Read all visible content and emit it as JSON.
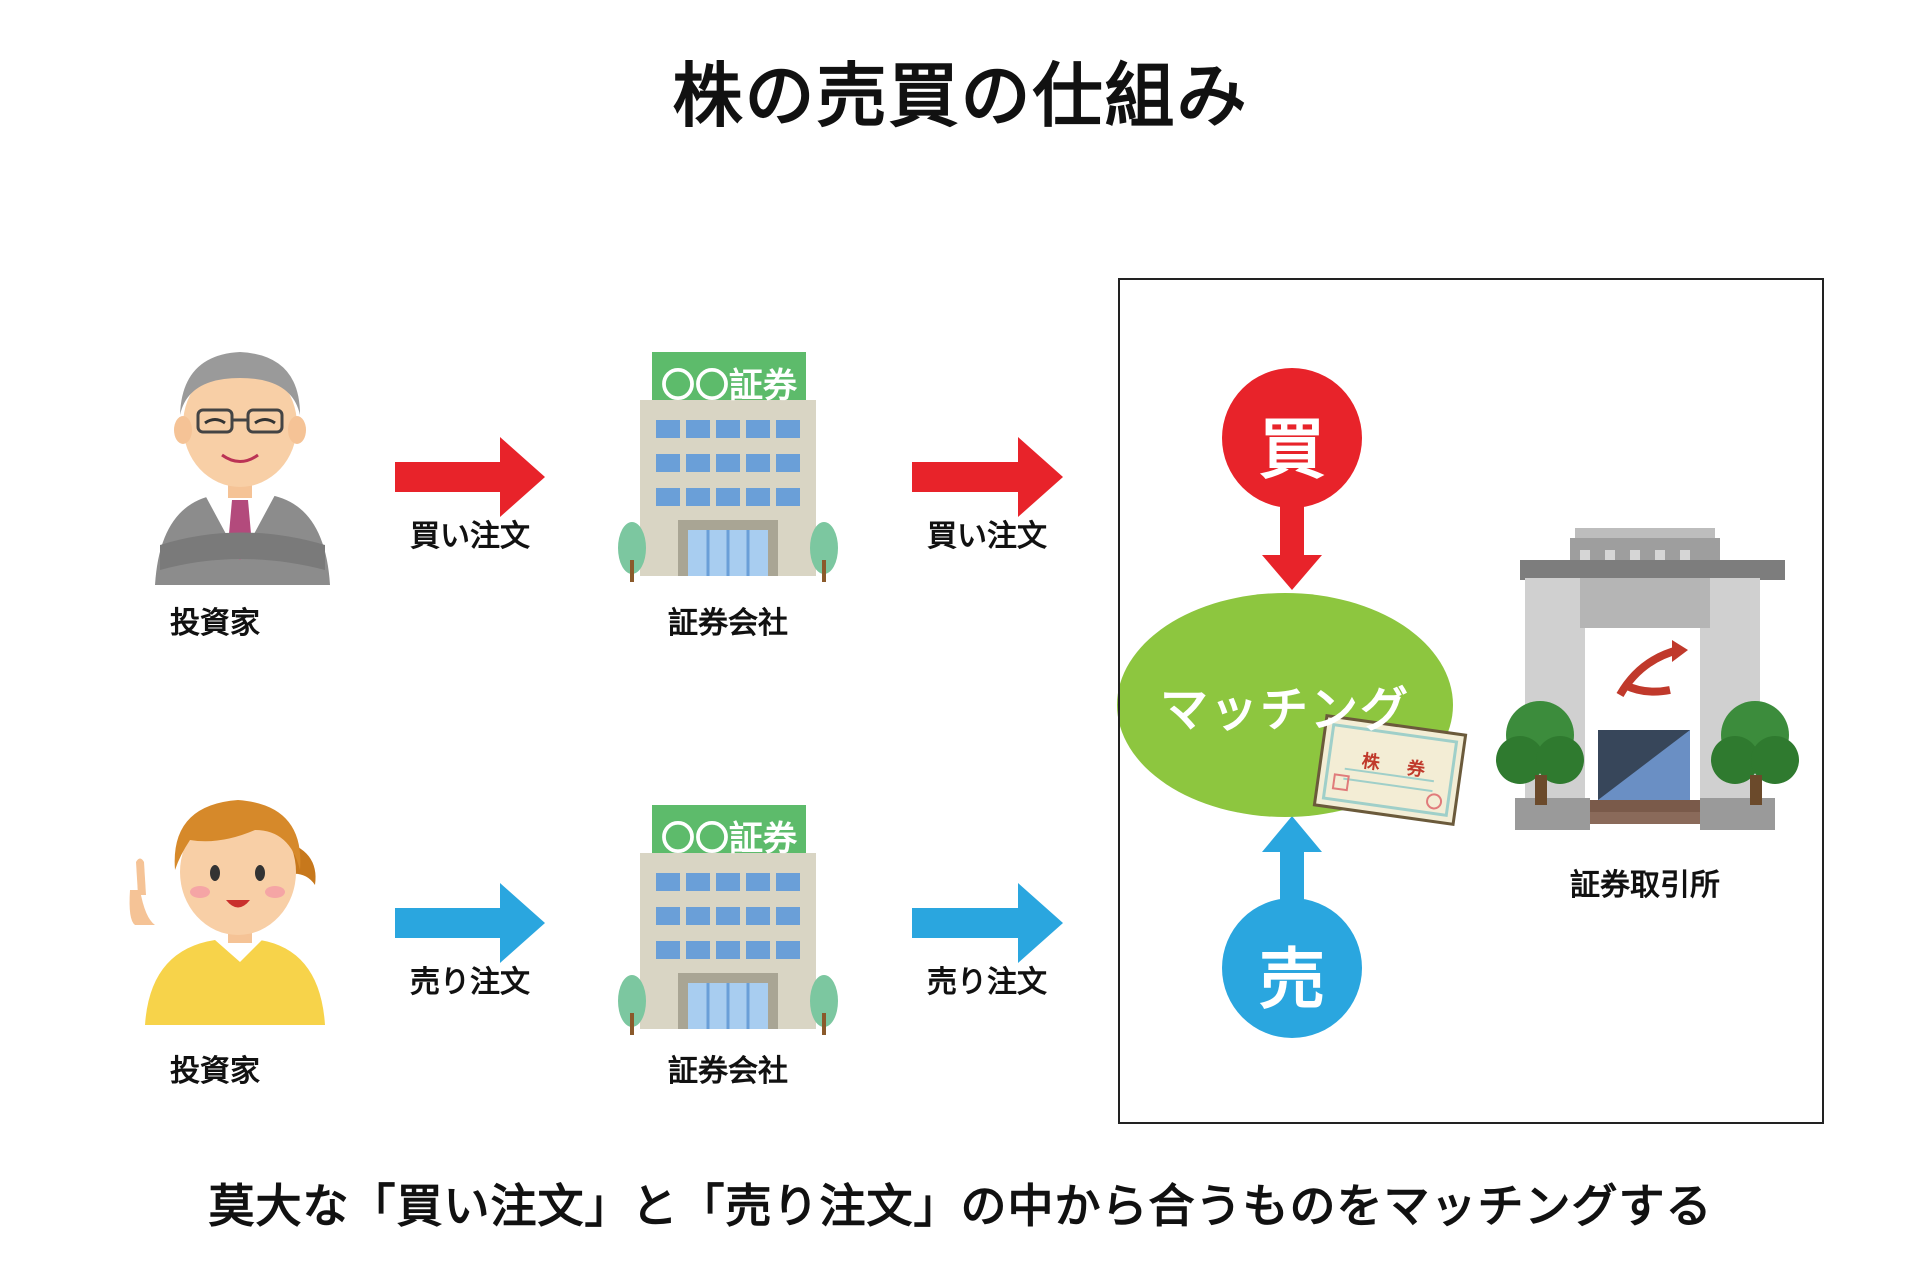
{
  "title": "株の売買の仕組み",
  "caption": "莫大な「買い注文」と「売り注文」の中から合うものをマッチングする",
  "buyer": {
    "label": "投資家"
  },
  "seller": {
    "label": "投資家"
  },
  "broker_top": {
    "label": "証券会社",
    "sign": "〇〇証券"
  },
  "broker_bottom": {
    "label": "証券会社",
    "sign": "〇〇証券"
  },
  "arrows": {
    "buy_1": "買い注文",
    "buy_2": "買い注文",
    "sell_1": "売り注文",
    "sell_2": "売り注文"
  },
  "exchange": {
    "buy_symbol": "買",
    "sell_symbol": "売",
    "matching": "マッチング",
    "certificate": [
      "株",
      "券"
    ],
    "building_label": "証券取引所"
  },
  "colors": {
    "buy": "#e8232a",
    "sell": "#2aa6df",
    "match": "#8dc63f",
    "sign": "#5dbb6b"
  }
}
